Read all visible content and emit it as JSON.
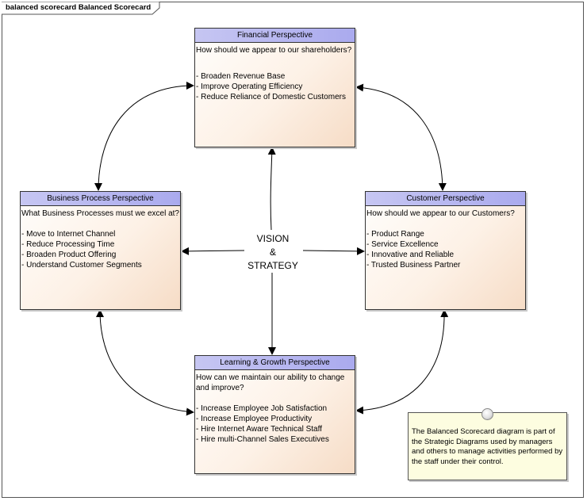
{
  "frame": {
    "label": "balanced scorecard Balanced Scorecard"
  },
  "center": {
    "line1": "VISION",
    "line2": "&",
    "line3": "STRATEGY"
  },
  "financial": {
    "title": "Financial Perspective",
    "question": "How should we appear to our shareholders?",
    "items": [
      "- Broaden Revenue Base",
      "- Improve Operating Efficiency",
      "- Reduce Reliance of Domestic Customers"
    ]
  },
  "customer": {
    "title": "Customer Perspective",
    "question": "How should we appear to our Customers?",
    "items": [
      "- Product Range",
      "- Service Excellence",
      "- Innovative and Reliable",
      "- Trusted Business Partner"
    ]
  },
  "business": {
    "title": "Business Process Perspective",
    "question": "What Business Processes must we excel at?",
    "items": [
      "- Move to Internet Channel",
      "- Reduce Processing Time",
      "- Broaden Product Offering",
      "- Understand Customer Segments"
    ]
  },
  "learning": {
    "title": "Learning & Growth Perspective",
    "question": "How can we maintain our ability to change and improve?",
    "items": [
      "- Increase Employee Job Satisfaction",
      "- Increase Employee Productivity",
      "- Hire Internet Aware Technical Staff",
      "- Hire multi-Channel Sales Executives"
    ]
  },
  "note": {
    "text": "The Balanced Scorecard diagram is part of the Strategic Diagrams used by managers and others to manage activities performed by the staff under their control."
  },
  "colors": {
    "title_bar": "#aaaaee",
    "node_fill": "#fdf1e6",
    "note_fill": "#fdfde0"
  }
}
